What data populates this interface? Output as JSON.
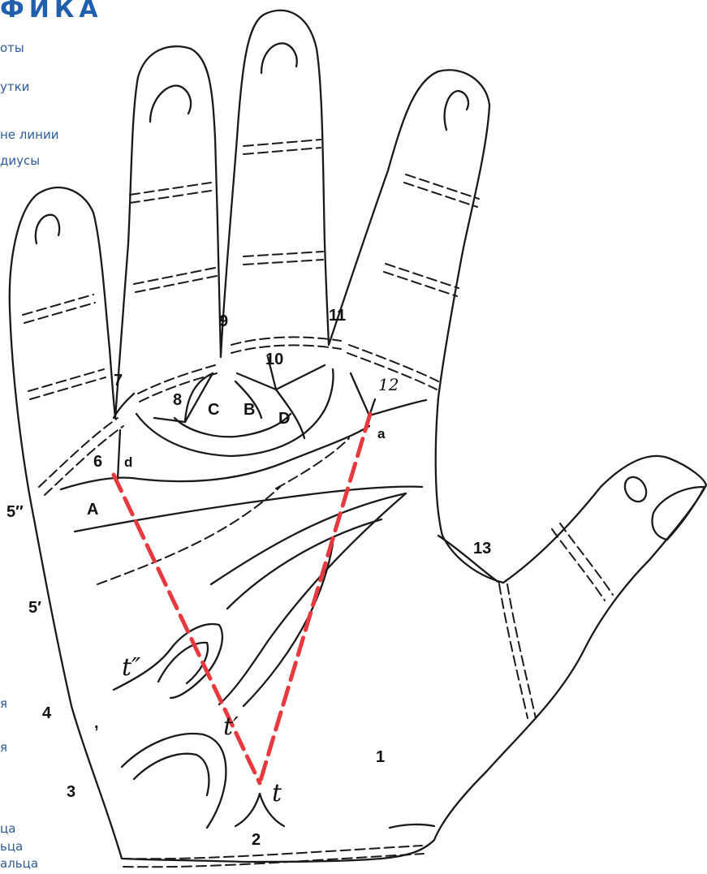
{
  "header": {
    "title_fragment": "ФИКА"
  },
  "side_text": [
    "оты",
    "утки",
    "не линии",
    "диусы",
    "я",
    "я",
    "ца",
    "ьца",
    "альца"
  ],
  "labels": {
    "n1": "1",
    "n2": "2",
    "n3": "3",
    "n4": "4",
    "n5p": "5′",
    "n5pp": "5″",
    "n6": "6",
    "n7": "7",
    "n8": "8",
    "n9": "9",
    "n10": "10",
    "n11": "11",
    "n12": "12",
    "n13": "13",
    "A": "A",
    "B": "B",
    "C": "C",
    "D": "D",
    "a": "a",
    "d": "d",
    "t": "t",
    "tp": "t′",
    "tpp": "t″",
    "comma": ","
  },
  "colors": {
    "outline": "#1a1a1a",
    "triangle": "#e8393e",
    "side_text": "#2c5b98",
    "title": "#1f5fae"
  }
}
